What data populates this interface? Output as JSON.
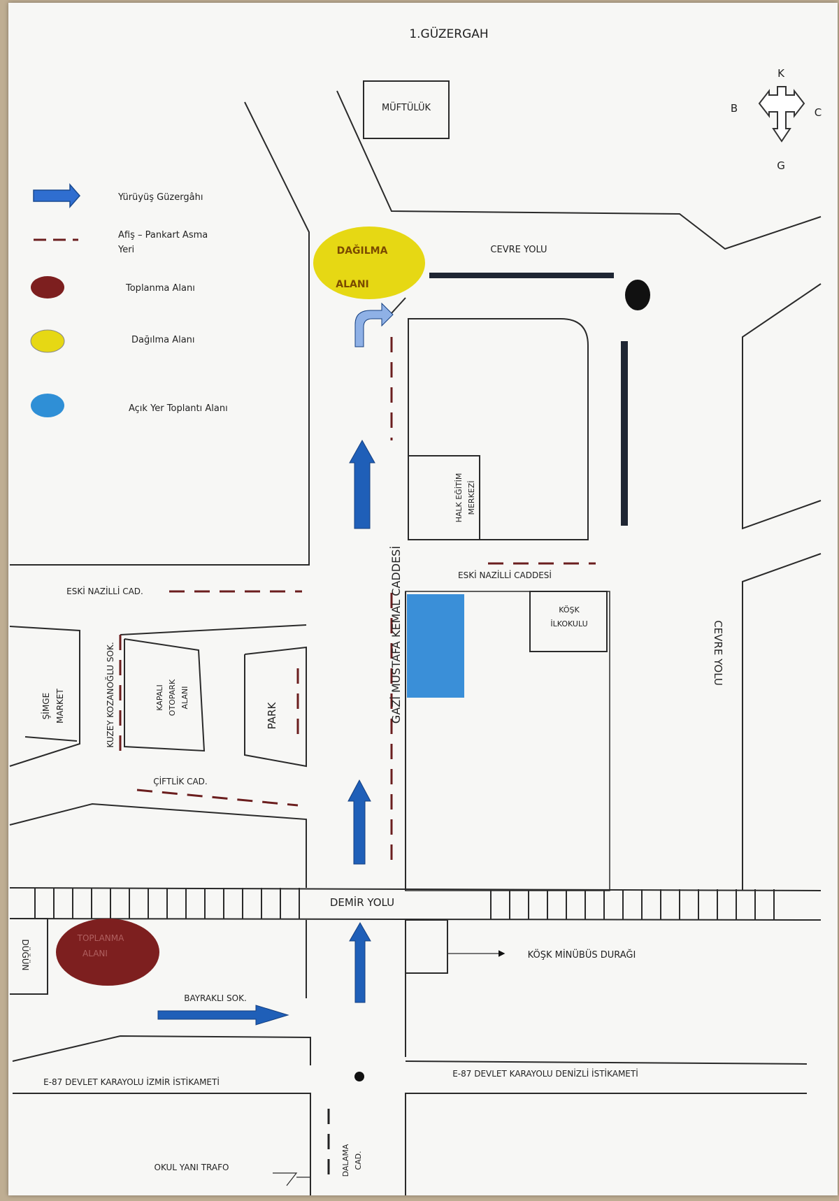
{
  "title": "1.GÜZERGAH",
  "compass": {
    "north": "K",
    "south": "G",
    "west": "B",
    "east": "C"
  },
  "legend": {
    "route": "Yürüyüş Güzergâhı",
    "banner_line1": "Afiş – Pankart Asma",
    "banner_line2": "Yeri",
    "gathering": "Toplanma Alanı",
    "dispersal": "Dağılma Alanı",
    "open_meeting": "Açık Yer Toplantı Alanı"
  },
  "places": {
    "muftuluk": "MÜFTÜLÜK",
    "dagilma_1": "DAĞILMA",
    "dagilma_2": "ALANI",
    "cevre_yolu_top": "CEVRE YOLU",
    "halk_egitim_1": "HALK EĞİTİM",
    "halk_egitim_2": "MERKEZİ",
    "eski_nazilli_cad": "ESKİ NAZİLLİ CAD.",
    "eski_nazilli_caddesi": "ESKİ NAZİLLİ CADDESİ",
    "gazi_mustafa_kemal": "GAZİ MUSTAFA KEMAL CADDESİ",
    "kosk_ilkokulu_1": "KÖŞK",
    "kosk_ilkokulu_2": "İLKOKULU",
    "cevre_yolu_side": "CEVRE YOLU",
    "simge_1": "ŞİMGE",
    "simge_2": "MARKET",
    "kuzey_kozanoglu": "KUZEY KOZANOĞLU SOK.",
    "kapali_1": "KAPALI",
    "kapali_2": "OTOPARK",
    "kapali_3": "ALANI",
    "park": "PARK",
    "ciftlik": "ÇİFTLİK CAD.",
    "demir_yolu": "DEMİR YOLU",
    "toplanma_1": "TOPLANMA",
    "toplanma_2": "ALANI",
    "dugun": "DÜĞÜN",
    "kosk_minibus": "KÖŞK MİNÜBÜS DURAĞI",
    "bayrakli": "BAYRAKLI SOK.",
    "e87_izmir": "E-87 DEVLET KARAYOLU İZMİR İSTİKAMETİ",
    "e87_denizli": "E-87 DEVLET KARAYOLU DENİZLİ İSTİKAMETİ",
    "okul_yani": "OKUL YANI TRAFO",
    "dalama_1": "DALAMA",
    "dalama_2": "CAD."
  },
  "colors": {
    "route": "#1f5fb8",
    "banner": "#6b1e1e",
    "gathering": "#7d1f1f",
    "dispersal": "#e6d814",
    "open_meeting": "#2f8fd6"
  }
}
